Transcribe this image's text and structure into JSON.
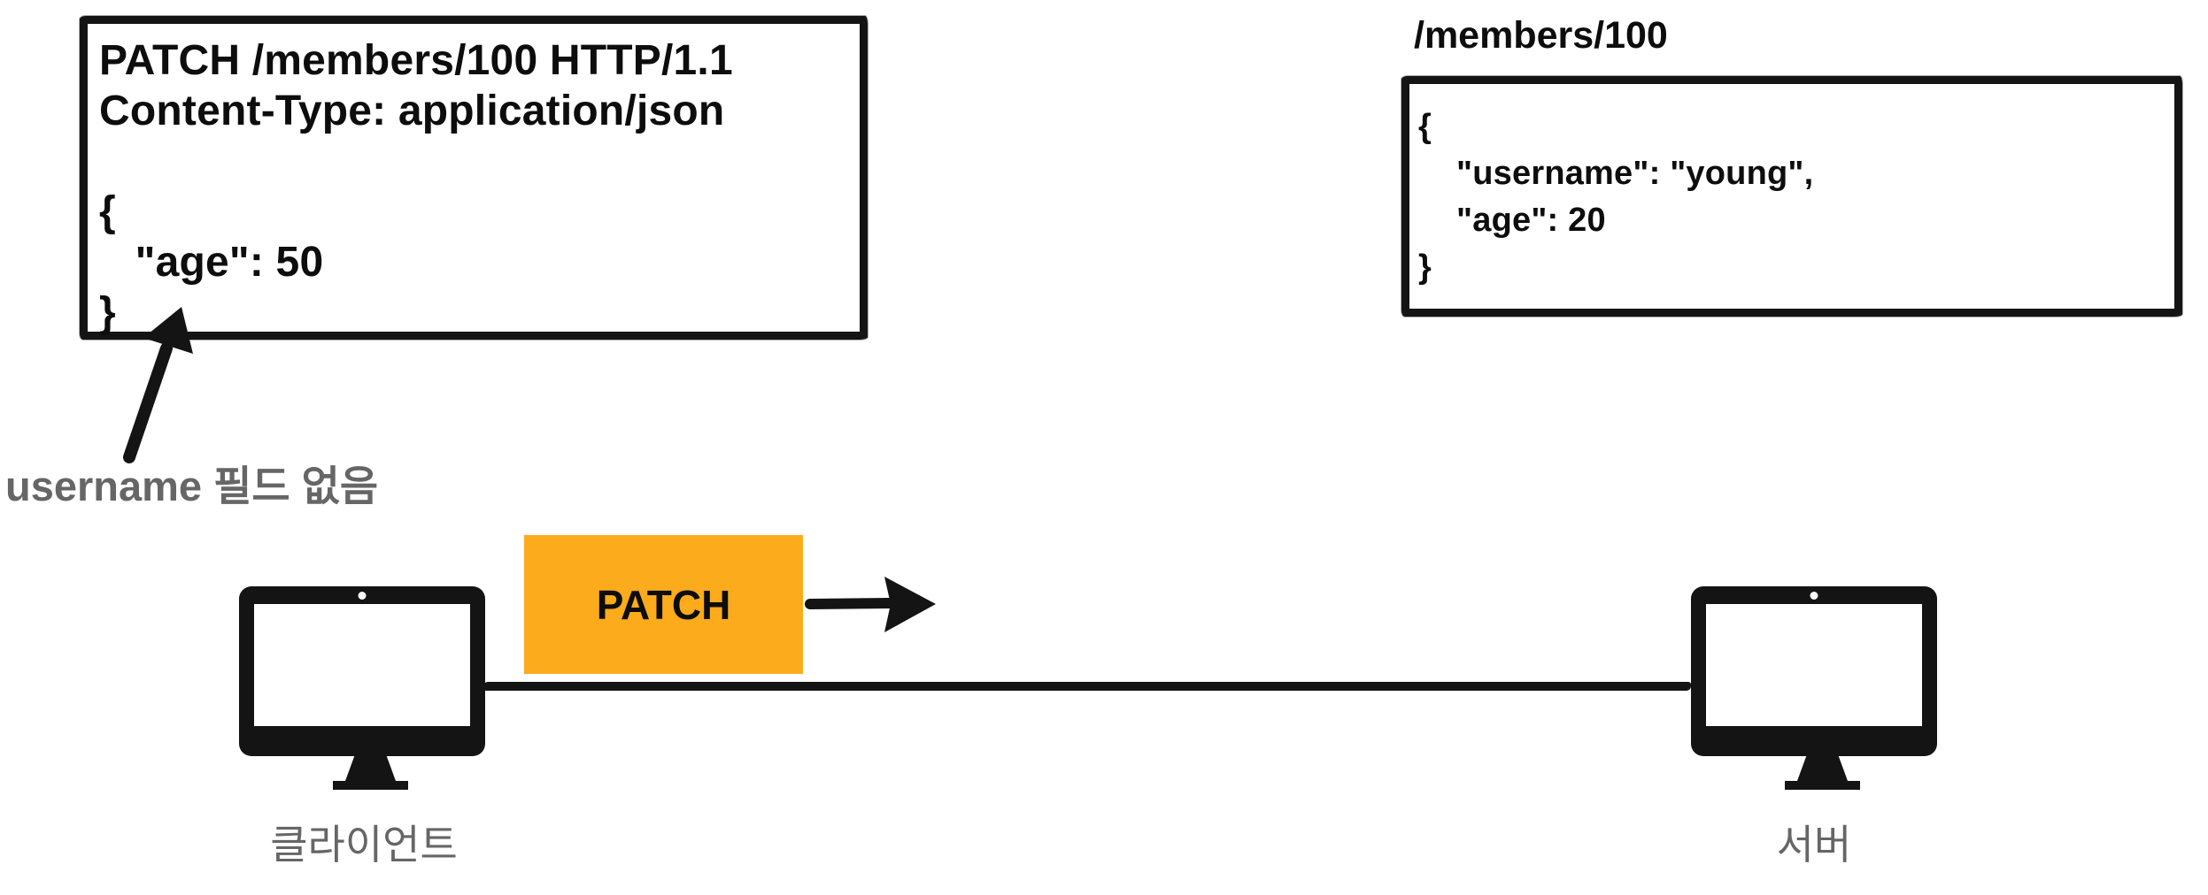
{
  "diagram": {
    "request": {
      "lines": [
        "PATCH /members/100 HTTP/1.1",
        "Content-Type: application/json",
        "",
        "{",
        "   \"age\": 50",
        "}"
      ]
    },
    "annotation": {
      "text": "username 필드 없음"
    },
    "resource": {
      "path": "/members/100",
      "lines": [
        "{",
        "    \"username\": \"young\",",
        "    \"age\": 20",
        "}"
      ]
    },
    "flow": {
      "method": "PATCH"
    },
    "nodes": {
      "client": "클라이언트",
      "server": "서버"
    },
    "colors": {
      "method_badge": "#FBAB1B",
      "ink": "#141414",
      "muted_text": "#666666"
    }
  }
}
